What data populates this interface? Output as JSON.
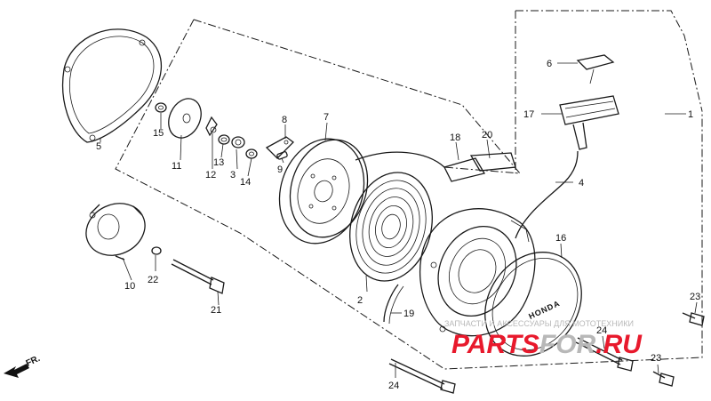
{
  "callouts": [
    {
      "id": "p1",
      "text": "1"
    },
    {
      "id": "p2",
      "text": "2"
    },
    {
      "id": "p3",
      "text": "3"
    },
    {
      "id": "p4",
      "text": "4"
    },
    {
      "id": "p5",
      "text": "5"
    },
    {
      "id": "p6",
      "text": "6"
    },
    {
      "id": "p7",
      "text": "7"
    },
    {
      "id": "p8",
      "text": "8"
    },
    {
      "id": "p9",
      "text": "9"
    },
    {
      "id": "p10",
      "text": "10"
    },
    {
      "id": "p11",
      "text": "11"
    },
    {
      "id": "p12",
      "text": "12"
    },
    {
      "id": "p13",
      "text": "13"
    },
    {
      "id": "p14",
      "text": "14"
    },
    {
      "id": "p15",
      "text": "15"
    },
    {
      "id": "p16",
      "text": "16"
    },
    {
      "id": "p17",
      "text": "17"
    },
    {
      "id": "p18",
      "text": "18"
    },
    {
      "id": "p19",
      "text": "19"
    },
    {
      "id": "p20",
      "text": "20"
    },
    {
      "id": "p21",
      "text": "21"
    },
    {
      "id": "p22",
      "text": "22"
    },
    {
      "id": "p23a",
      "text": "23"
    },
    {
      "id": "p23b",
      "text": "23"
    },
    {
      "id": "p24a",
      "text": "24"
    },
    {
      "id": "p24b",
      "text": "24"
    }
  ],
  "cover_logo": "HONDA",
  "direction_marker": "FR.",
  "watermark": {
    "tagline": "ЗАПЧАСТИ И АКСЕССУАРЫ ДЛЯ МОТОТЕХНИКИ",
    "brand_part1": "PARTS",
    "brand_part2": "FOR",
    "brand_part3": ".RU",
    "colors": {
      "parts": "#e8192c",
      "for": "#b8b8b8",
      "ru": "#e8192c"
    }
  }
}
